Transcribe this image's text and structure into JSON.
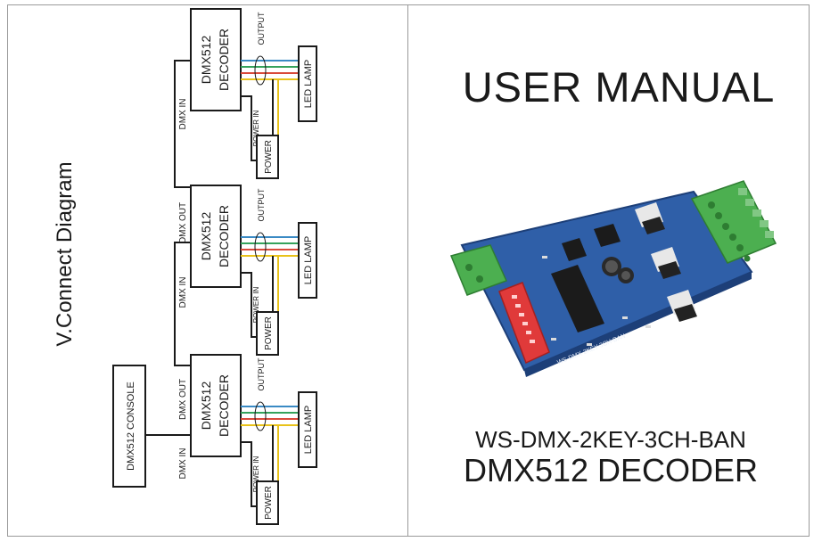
{
  "diagram": {
    "heading": "V.Connect Diagram",
    "console_label": "DMX512 CONSOLE",
    "decoder_label_line1": "DMX512",
    "decoder_label_line2": "DECODER",
    "dmx_in": "DMX IN",
    "dmx_out": "DMX OUT",
    "output": "OUTPUT",
    "power_in": "POWER IN",
    "led_lamp": "LED LAMP",
    "power": "POWER",
    "wire_colors": [
      "#3a8ac4",
      "#35a35c",
      "#d94a3a",
      "#e8c21a"
    ]
  },
  "manual": {
    "title": "USER MANUAL",
    "model": "WS-DMX-2KEY-3CH-BAN",
    "product": "DMX512 DECODER",
    "board_silkscreen": "WS-DMX-2KEY-3CH-BAN"
  },
  "colors": {
    "pcb": "#2f5fa8",
    "terminal": "#4caf50",
    "dip_switch": "#e03a3a"
  }
}
